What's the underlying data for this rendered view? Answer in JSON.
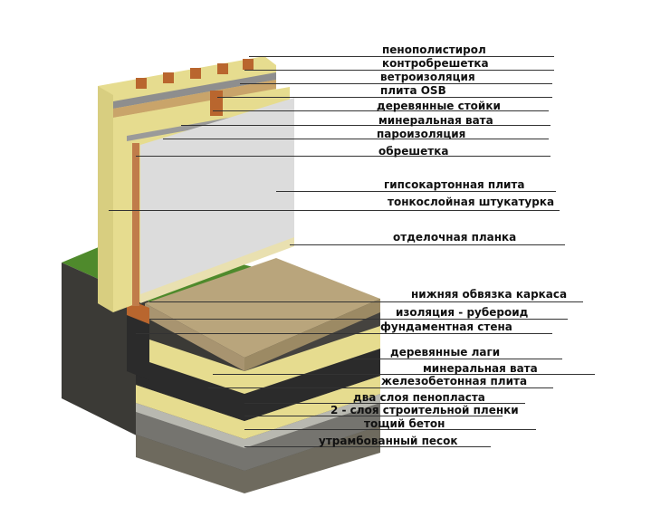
{
  "labels": [
    "пенополистирол",
    "контробрешетка",
    "ветроизоляция",
    "плита OSB",
    "деревянные стойки",
    "минеральная вата",
    "пароизоляция",
    "обрешетка",
    "гипсокартонная плита",
    "тонкослойная штукатурка",
    "отделочная планка",
    "нижняя обвязка каркаса",
    "изоляция - рубероид",
    "фундаментная стена",
    "деревянные лаги",
    "минеральная вата",
    "железобетонная плита",
    "два слоя пенопласта",
    "2 - слоя строительной пленки",
    "тощий бетон",
    "утрамбованный песок"
  ],
  "colors": {
    "insulation": "#e6dc8f",
    "wood": "#b9662e",
    "gypsum": "#dcdcdc",
    "grass": "#4f8a2c",
    "soil": "#3d3b37",
    "concrete": "#6b6a66",
    "floor": "#b9a57c"
  }
}
